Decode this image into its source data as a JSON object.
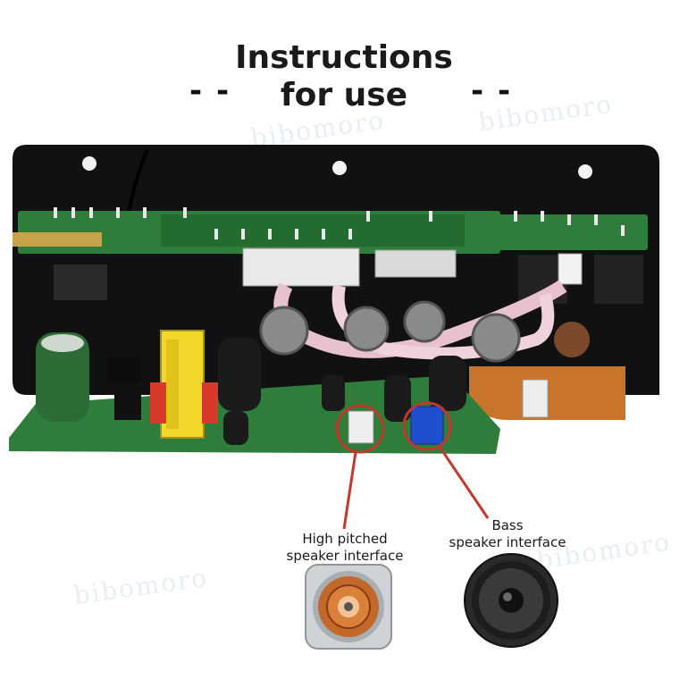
{
  "title": {
    "line1": "Instructions",
    "line2": "for use",
    "dash_left": "- -",
    "dash_right": "- -"
  },
  "callouts": {
    "high": {
      "line1": "High pitched",
      "line2": "speaker interface"
    },
    "bass": {
      "line1": "Bass",
      "line2": "speaker interface"
    }
  },
  "watermark": "bibomoro",
  "colors": {
    "board_plate": "#111111",
    "pcb_green": "#2f7d3a",
    "pcb_orange": "#c9742b",
    "circle_red": "#c0392b",
    "connector_blue": "#1f4fd1"
  }
}
